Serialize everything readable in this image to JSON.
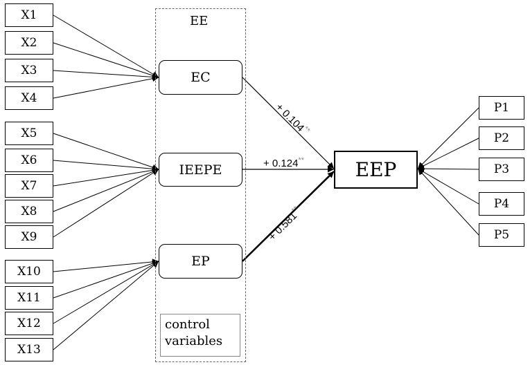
{
  "group_label": "EE",
  "x_items": [
    "X1",
    "X2",
    "X3",
    "X4",
    "X5",
    "X6",
    "X7",
    "X8",
    "X9",
    "X10",
    "X11",
    "X12",
    "X13"
  ],
  "mid": {
    "ec": "EC",
    "ieepe": "IEEPE",
    "ep": "EP"
  },
  "target": "EEP",
  "p_items": [
    "P1",
    "P2",
    "P3",
    "P4",
    "P5"
  ],
  "control": {
    "line1": "control",
    "line2": "variables"
  },
  "paths": {
    "ec": {
      "value": "+ 0.104",
      "stars": "**"
    },
    "ieepe": {
      "value": "+ 0.124",
      "stars": "**"
    },
    "ep": {
      "value": "+ 0.581",
      "stars": "**"
    }
  }
}
